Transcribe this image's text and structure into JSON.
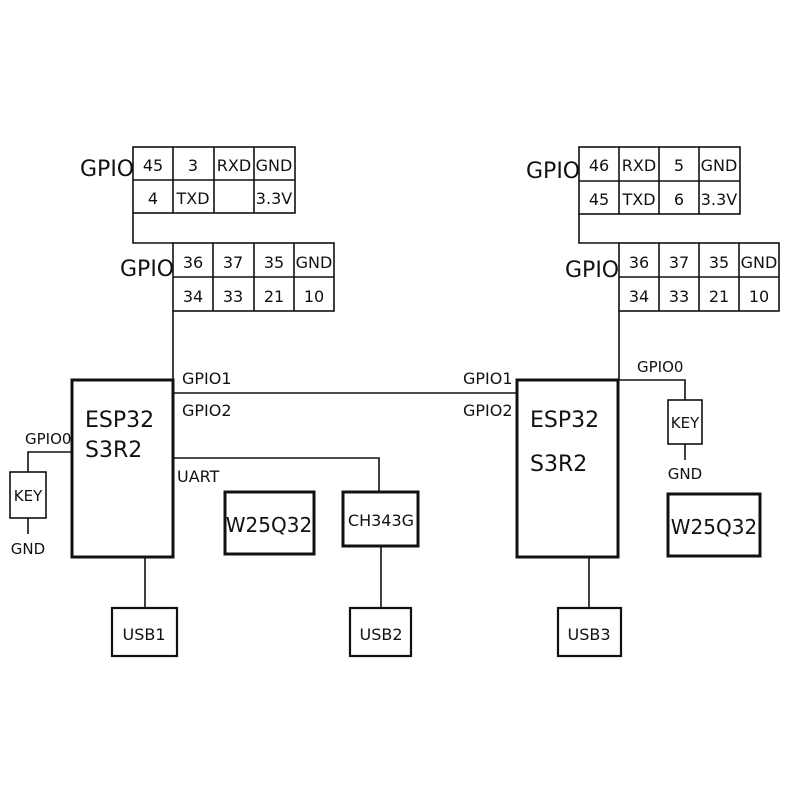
{
  "header_a": {
    "label": "GPIO",
    "rows": [
      [
        "45",
        "3",
        "RXD",
        "GND"
      ],
      [
        "4",
        "TXD",
        "",
        "3.3V"
      ]
    ]
  },
  "header_b": {
    "label": "GPIO",
    "rows": [
      [
        "36",
        "37",
        "35",
        "GND"
      ],
      [
        "34",
        "33",
        "21",
        "10"
      ]
    ]
  },
  "header_c": {
    "label": "GPIO",
    "rows": [
      [
        "46",
        "RXD",
        "5",
        "GND"
      ],
      [
        "45",
        "TXD",
        "6",
        "3.3V"
      ]
    ]
  },
  "header_d": {
    "label": "GPIO",
    "rows": [
      [
        "36",
        "37",
        "35",
        "GND"
      ],
      [
        "34",
        "33",
        "21",
        "10"
      ]
    ]
  },
  "left_board": {
    "mcu_line1": "ESP32",
    "mcu_line2": "S3R2",
    "key_label": "KEY",
    "key_net": "GPIO0",
    "key_gnd": "GND",
    "flash": "W25Q32",
    "usb": "USB1",
    "uart_label": "UART",
    "usb_uart_chip": "CH343G",
    "usb_uart_port": "USB2"
  },
  "right_board": {
    "mcu_line1": "ESP32",
    "mcu_line2": "S3R2",
    "key_label": "KEY",
    "key_net": "GPIO0",
    "key_gnd": "GND",
    "flash": "W25Q32",
    "usb": "USB3"
  },
  "link": {
    "gpio1_left": "GPIO1",
    "gpio2_left": "GPIO2",
    "gpio1_right": "GPIO1",
    "gpio2_right": "GPIO2"
  }
}
